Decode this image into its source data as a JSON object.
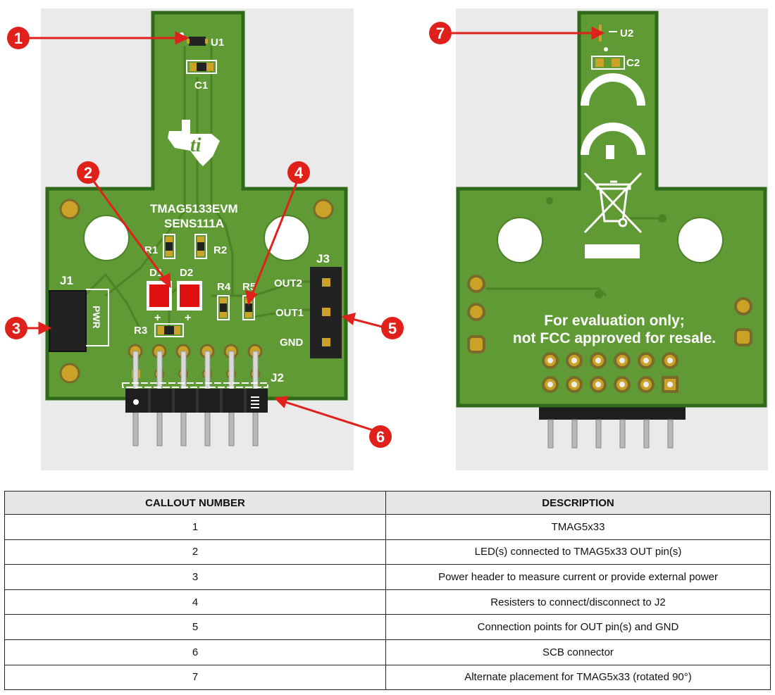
{
  "board_front": {
    "labels": {
      "u1": "U1",
      "c1": "C1",
      "board_name": "TMAG5133EVM",
      "board_id": "SENS111A",
      "r1": "R1",
      "r2": "R2",
      "d1": "D1",
      "d2": "D2",
      "r3": "R3",
      "r4": "R4",
      "r5": "R5",
      "j1": "J1",
      "pwr": "PWR",
      "j2": "J2",
      "j3": "J3",
      "out2": "OUT2",
      "out1": "OUT1",
      "gnd": "GND",
      "plus_left": "+",
      "plus_right": "+"
    }
  },
  "board_back": {
    "labels": {
      "u2": "U2",
      "c2": "C2",
      "notice_line1": "For evaluation only;",
      "notice_line2": "not FCC approved for resale."
    }
  },
  "callouts": [
    "1",
    "2",
    "3",
    "4",
    "5",
    "6",
    "7"
  ],
  "colors": {
    "pcb_green": "#5f9a34",
    "pcb_edge": "#2f6a1a",
    "callout_red": "#e0201b",
    "pad_gold": "#c9a227",
    "led_red": "#e01010"
  },
  "table": {
    "headers": [
      "CALLOUT NUMBER",
      "DESCRIPTION"
    ],
    "rows": [
      {
        "number": "1",
        "description": "TMAG5x33"
      },
      {
        "number": "2",
        "description": "LED(s) connected to TMAG5x33 OUT pin(s)"
      },
      {
        "number": "3",
        "description": "Power header to measure current or provide external power"
      },
      {
        "number": "4",
        "description": "Resisters to connect/disconnect to J2"
      },
      {
        "number": "5",
        "description": "Connection points for OUT pin(s) and GND"
      },
      {
        "number": "6",
        "description": "SCB connector"
      },
      {
        "number": "7",
        "description": "Alternate placement for TMAG5x33 (rotated 90°)"
      }
    ]
  }
}
